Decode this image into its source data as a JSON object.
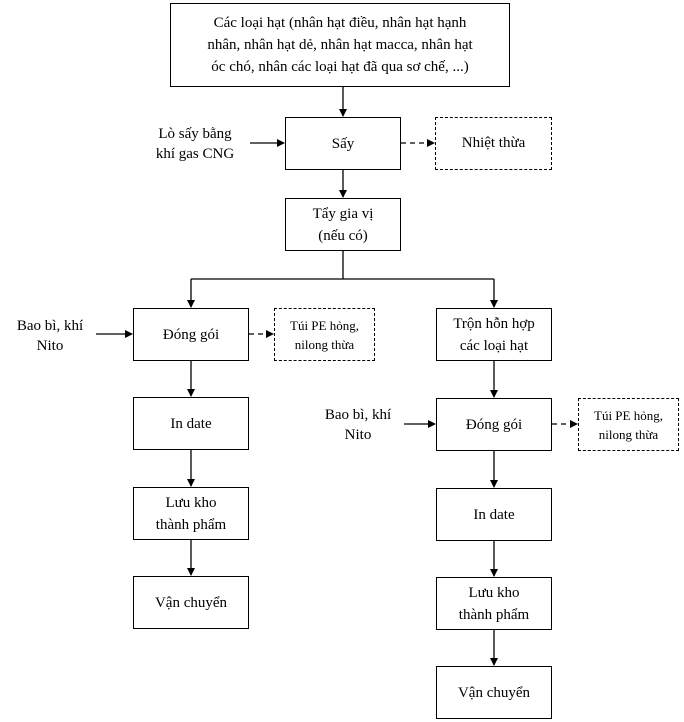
{
  "diagram": {
    "nodes": {
      "input_materials": "Các loại hạt (nhân hạt điều, nhân hạt hạnh\nnhân, nhân hạt dẻ, nhân hạt macca, nhân hạt\nóc chó, nhân các loại hạt đã qua sơ chế, ...)",
      "drying": "Sấy",
      "excess_heat": "Nhiệt thừa",
      "dryer_input": "Lò sấy bằng\nkhí gas CNG",
      "seasoning": "Tẩy gia vị\n(nếu có)",
      "left_packaging_input": "Bao bì, khí\nNito",
      "left_packing": "Đóng gói",
      "left_waste": "Túi PE hỏng,\nnilong thừa",
      "left_date": "In date",
      "left_storage": "Lưu kho\nthành phẩm",
      "left_transport": "Vận chuyển",
      "mixing": "Trộn hỗn hợp\ncác loại hạt",
      "right_packaging_input": "Bao bì, khí\nNito",
      "right_packing": "Đóng gói",
      "right_waste": "Túi PE hỏng,\nnilong thừa",
      "right_date": "In date",
      "right_storage": "Lưu kho\nthành phẩm",
      "right_transport": "Vận chuyển"
    }
  }
}
